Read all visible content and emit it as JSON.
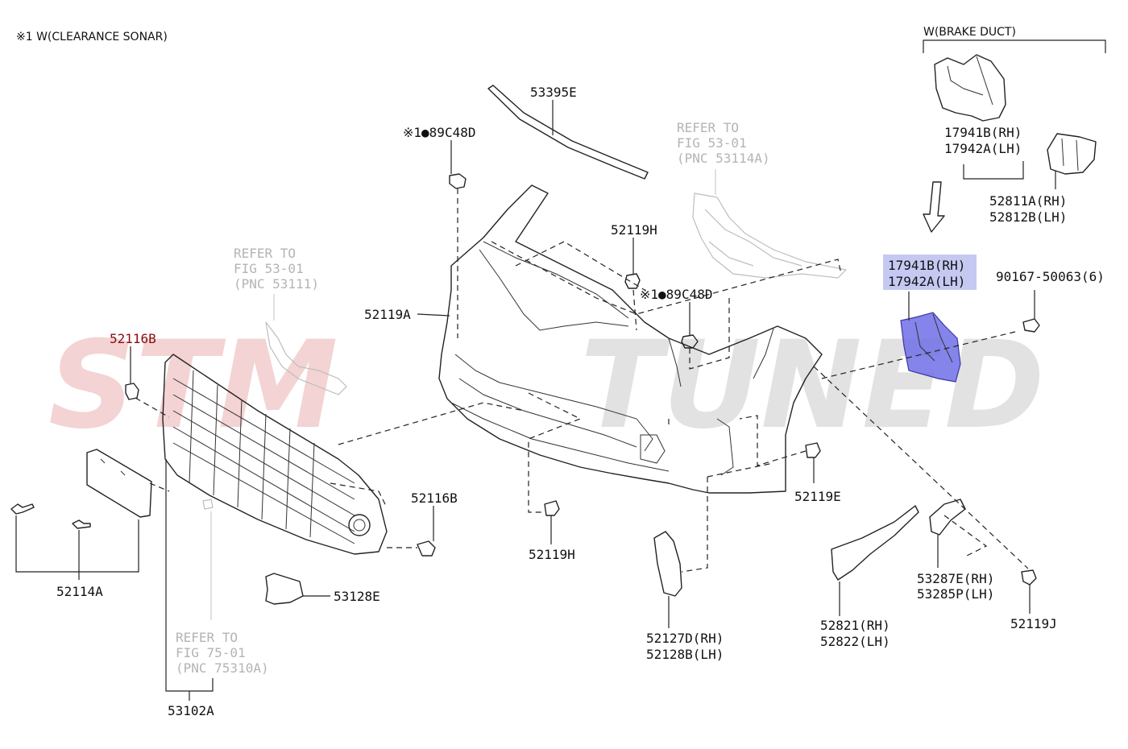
{
  "header": {
    "note": "※1 W(CLEARANCE SONAR)",
    "brake_duct": "W(BRAKE DUCT)"
  },
  "watermark": {
    "left": "STM",
    "right": "TUNED",
    "left_color": "#f3d3d3",
    "right_color": "#e2e2e2"
  },
  "highlight_color": "#6e6ee6",
  "labels": {
    "p53395E": "53395E",
    "p89C48D_a": "※1●89C48D",
    "p89C48D_b": "※1●89C48D",
    "p52119H_top": "52119H",
    "p52119A": "52119A",
    "p52116B_left": "52116B",
    "p52116B_right": "52116B",
    "p52119H_bottom": "52119H",
    "p52119E": "52119E",
    "p52114A": "52114A",
    "p53128E": "53128E",
    "p53102A": "53102A",
    "p52127D": "52127D(RH)",
    "p52128B": "52128B(LH)",
    "p52821": "52821(RH)",
    "p52822": "52822(LH)",
    "p53287E": "53287E(RH)",
    "p53285P": "53285P(LH)",
    "p52119J": "52119J",
    "p90167": "90167-50063(6)",
    "p17941B_top": "17941B(RH)",
    "p17942A_top": "17942A(LH)",
    "p52811A": "52811A(RH)",
    "p52812B": "52812B(LH)",
    "p17941B_hl": "17941B(RH)",
    "p17942A_hl": "17942A(LH)"
  },
  "refs": {
    "ref_53111": [
      "REFER TO",
      "FIG 53-01",
      "(PNC 53111)"
    ],
    "ref_53114A": [
      "REFER TO",
      "FIG 53-01",
      "(PNC 53114A)"
    ],
    "ref_75310A": [
      "REFER TO",
      "FIG 75-01",
      "(PNC 75310A)"
    ]
  }
}
